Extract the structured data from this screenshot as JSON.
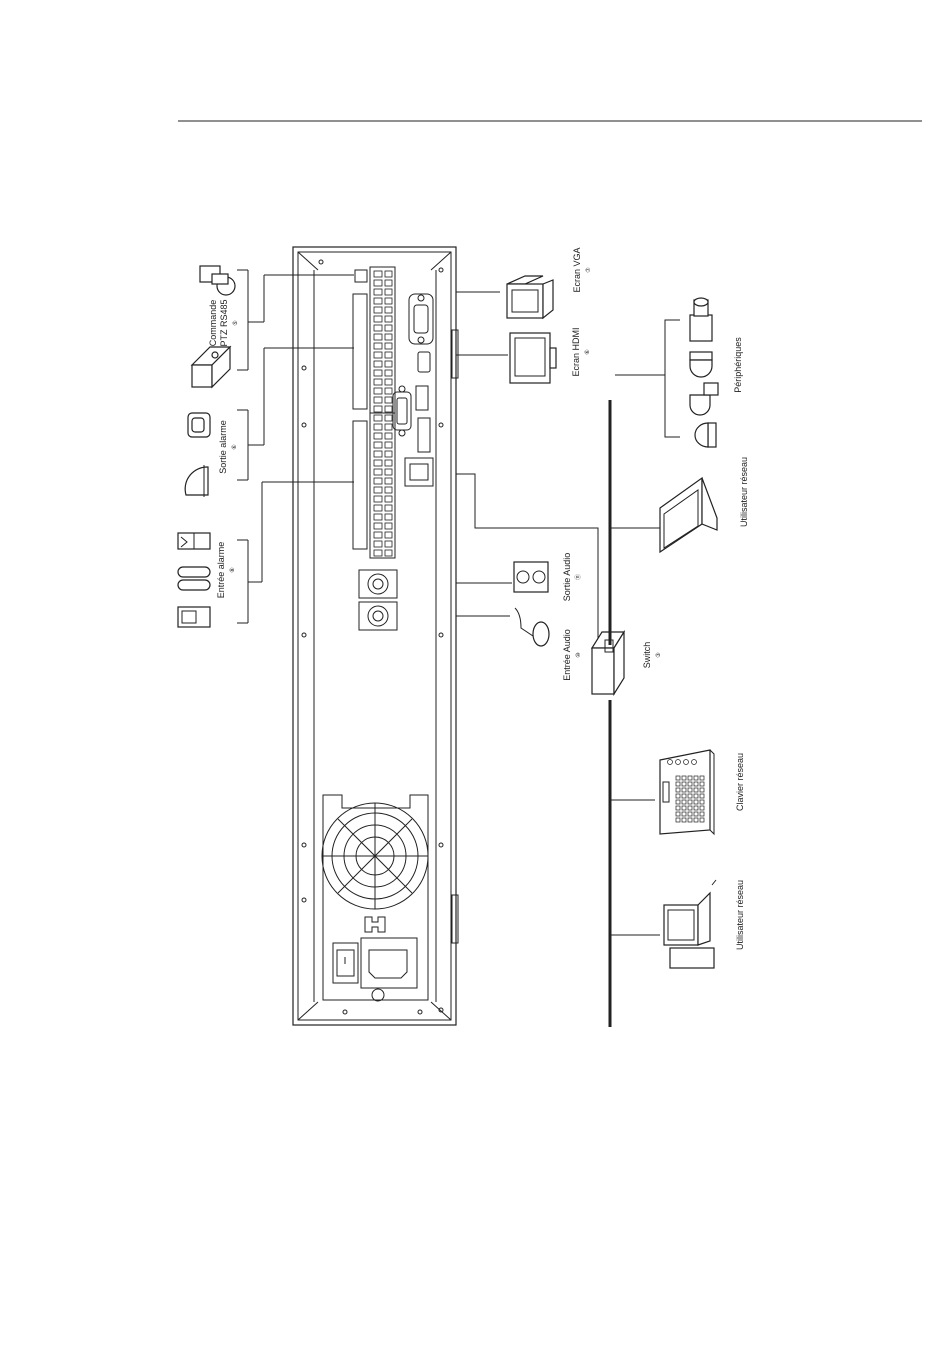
{
  "labels": {
    "ptz": "Commande",
    "ptz_sub": "PTZ RS485",
    "ptz_num": "⑤",
    "alarm_out": "Sortie alarme",
    "alarm_out_num": "⑥",
    "alarm_in": "Entrée alarme",
    "alarm_in_num": "⑧",
    "vga": "Ecran VGA",
    "vga_num": "⑦",
    "hdmi": "Ecran HDMI",
    "hdmi_num": "⑥",
    "peripherals": "Périphériques",
    "net_user_1": "Utilisateur réseau",
    "audio_out": "Sortie Audio",
    "audio_out_num": "⑪",
    "audio_in": "Entrée Audio",
    "audio_in_num": "⑩",
    "switch": "Switch",
    "switch_num": "③",
    "keyboard": "Clavier réseau",
    "net_user_2": "Utilisateur réseau"
  }
}
